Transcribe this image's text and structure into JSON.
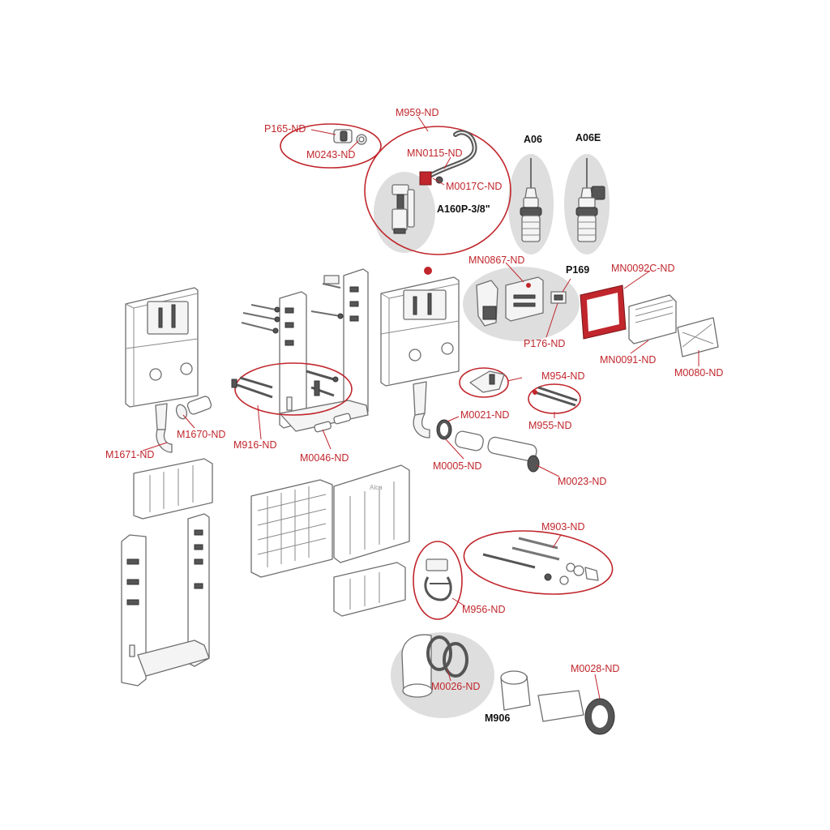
{
  "brand_mark": "Alca",
  "labels": {
    "p165": "P165-ND",
    "m0243": "M0243-ND",
    "m959": "M959-ND",
    "mn0115": "MN0115-ND",
    "m0017c": "M0017C-ND",
    "a160p": "A160P-3/8\"",
    "a06": "A06",
    "a06e": "A06E",
    "mn0867": "MN0867-ND",
    "p169": "P169",
    "mn0092c": "MN0092C-ND",
    "p176": "P176-ND",
    "mn0091": "MN0091-ND",
    "m0080": "M0080-ND",
    "m954": "M954-ND",
    "m955": "M955-ND",
    "m0021": "M0021-ND",
    "m0005": "M0005-ND",
    "m0023": "M0023-ND",
    "m1670": "M1670-ND",
    "m1671": "M1671-ND",
    "m916": "M916-ND",
    "m0046": "M0046-ND",
    "m903": "M903-ND",
    "m956": "M956-ND",
    "m0028": "M0028-ND",
    "m0026": "M0026-ND",
    "m906": "M906"
  },
  "colors": {
    "label_red": "#c0262c",
    "label_black": "#111111",
    "line_grey": "#6e6e6e",
    "group_grey": "#dedede"
  }
}
